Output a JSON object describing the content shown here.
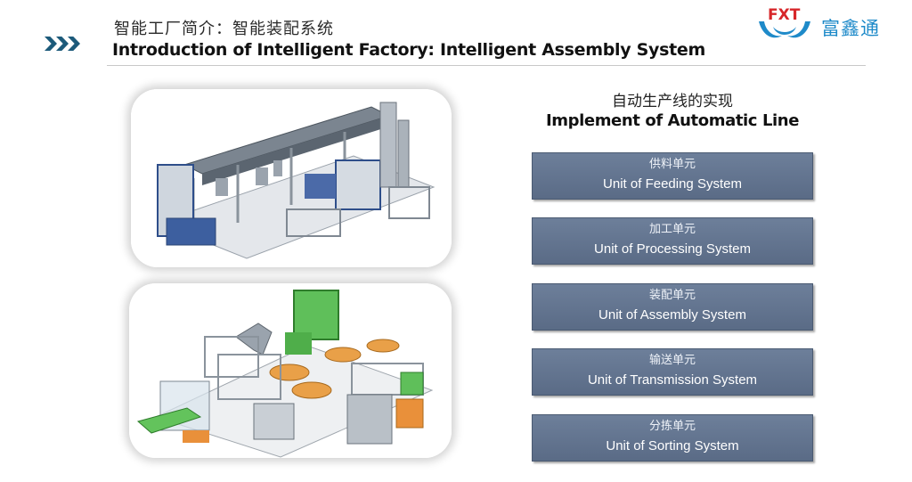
{
  "header": {
    "title_cn": "智能工厂简介：智能装配系统",
    "title_en": "Introduction of Intelligent Factory: Intelligent Assembly System"
  },
  "logo": {
    "mark_text": "FXT",
    "name_cn": "富鑫通"
  },
  "section": {
    "title_cn": "自动生产线的实现",
    "title_en": "Implement of Automatic Line"
  },
  "units": [
    {
      "cn": "供料单元",
      "en": "Unit of Feeding System"
    },
    {
      "cn": "加工单元",
      "en": "Unit of Processing System"
    },
    {
      "cn": "装配单元",
      "en": "Unit of Assembly System"
    },
    {
      "cn": "输送单元",
      "en": "Unit of Transmission System"
    },
    {
      "cn": "分拣单元",
      "en": "Unit of Sorting System"
    }
  ],
  "colors": {
    "accent_blue": "#1c5a7a",
    "logo_red": "#d7262a",
    "logo_blue": "#1e8ac9",
    "unit_button": "#63748f"
  }
}
